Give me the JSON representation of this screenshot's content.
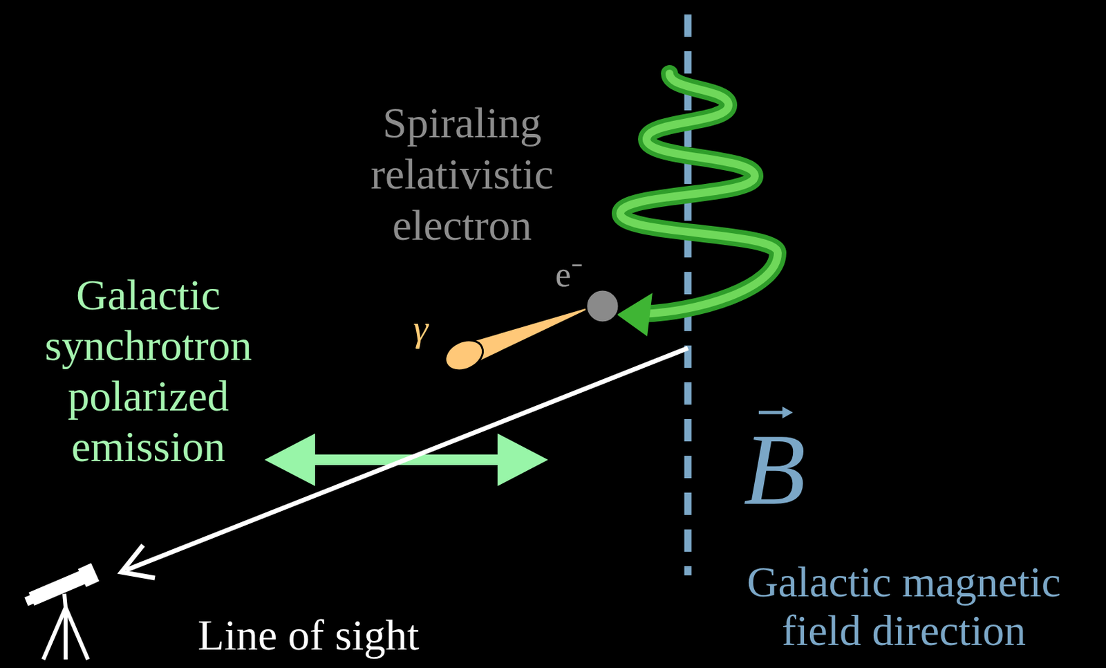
{
  "diagram": {
    "labels": [
      "Spiraling relativistic electron",
      "e⁻",
      "γ",
      "Galactic synchrotron polarized emission",
      "B",
      "Galactic magnetic field direction",
      "Line of sight"
    ]
  }
}
